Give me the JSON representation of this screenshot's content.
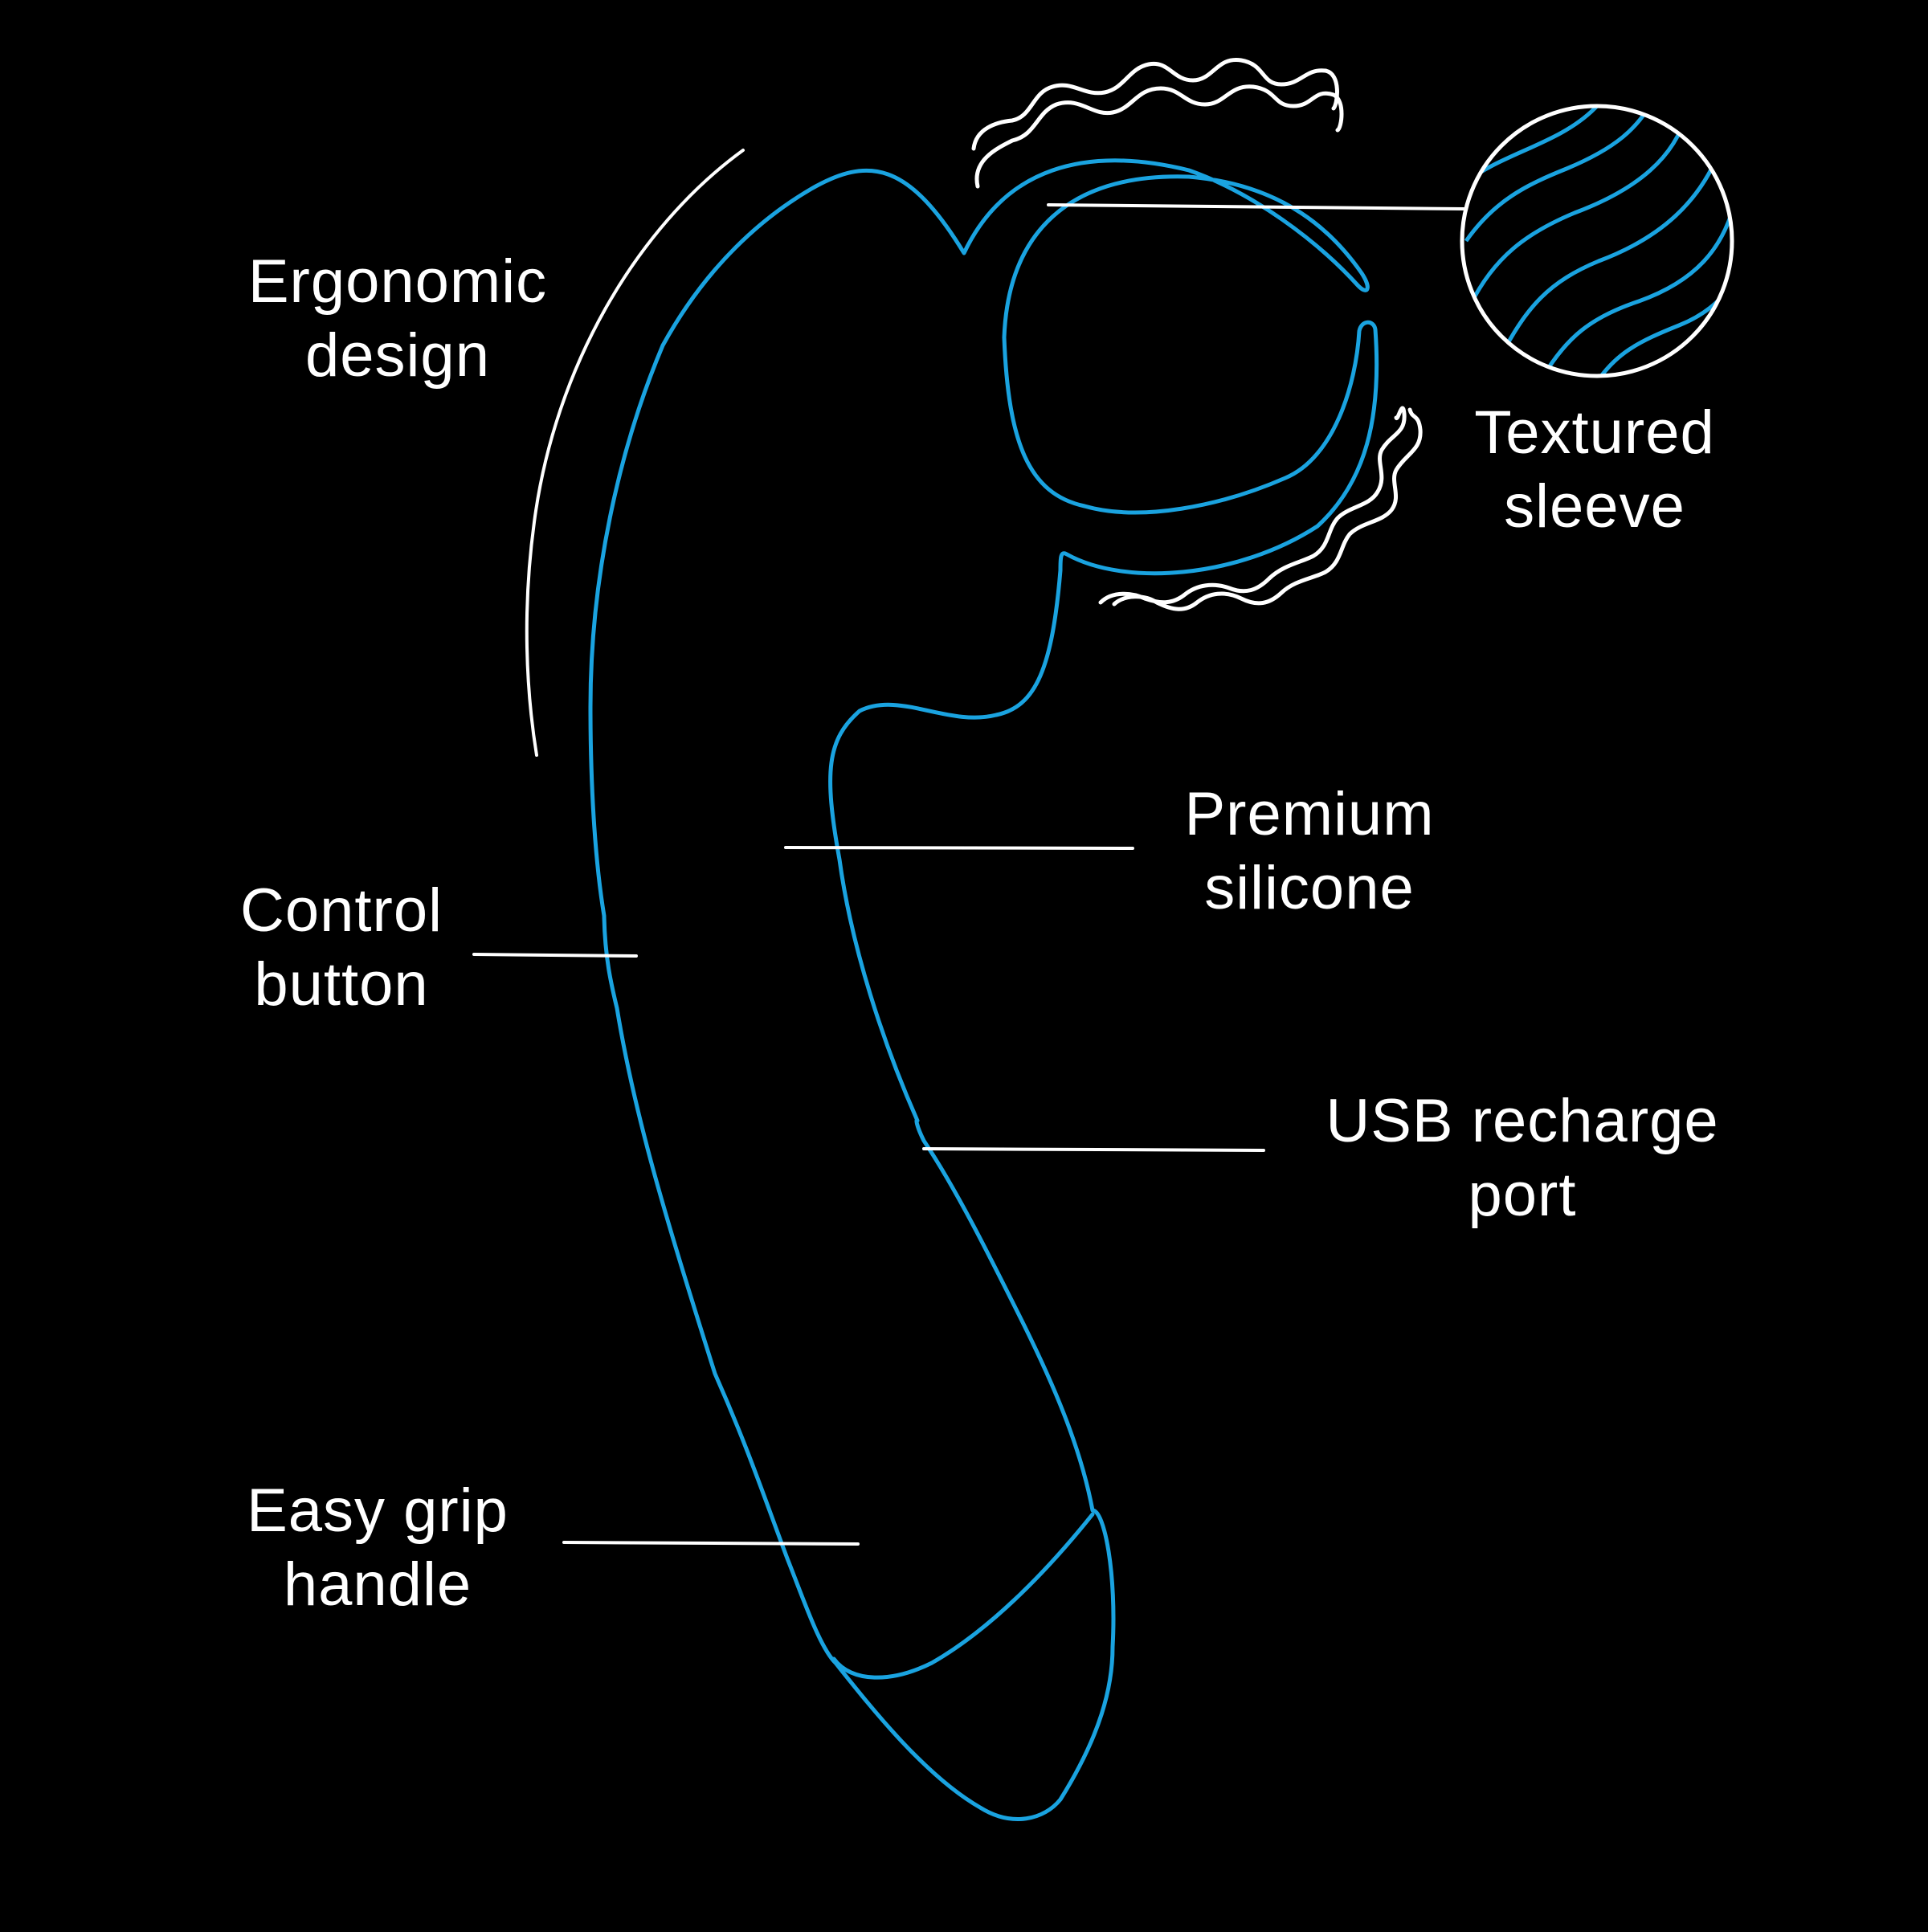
{
  "colors": {
    "background": "#000000",
    "outline": "#1aa3e0",
    "callout": "#ffffff"
  },
  "labels": {
    "ergonomic": {
      "line1": "Ergonomic",
      "line2": "design"
    },
    "textured": {
      "line1": "Textured",
      "line2": "sleeve"
    },
    "premium": {
      "line1": "Premium",
      "line2": "silicone"
    },
    "control": {
      "line1": "Control",
      "line2": "button"
    },
    "usb": {
      "line1": "USB recharge",
      "line2": "port"
    },
    "grip": {
      "line1": "Easy grip",
      "line2": "handle"
    }
  }
}
